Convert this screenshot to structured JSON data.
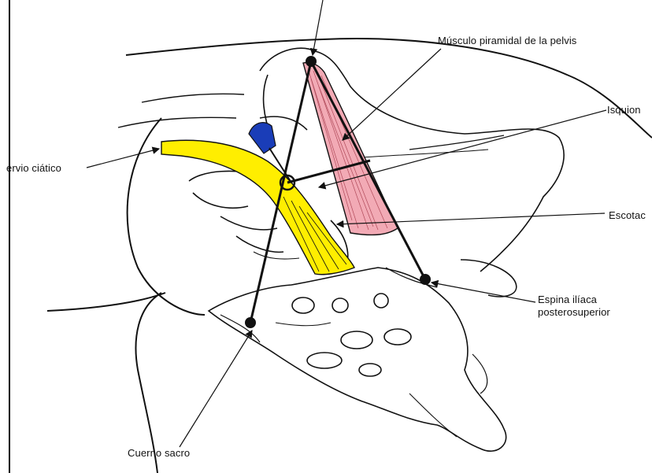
{
  "labels": {
    "musculo": "Músculo piramidal de la pelvis",
    "isquion": "Isquion",
    "nervio": "ervio ciático",
    "escotadura": "Escotac",
    "espina_line1": "Espina ilíaca",
    "espina_line2": "posterosuperior",
    "cuerno": "Cuerno sacro"
  },
  "colors": {
    "nerve": "#ffee00",
    "muscle": "#f2aab5",
    "needle": "#1a3db8",
    "outline": "#111111",
    "triangle": "#111111"
  }
}
